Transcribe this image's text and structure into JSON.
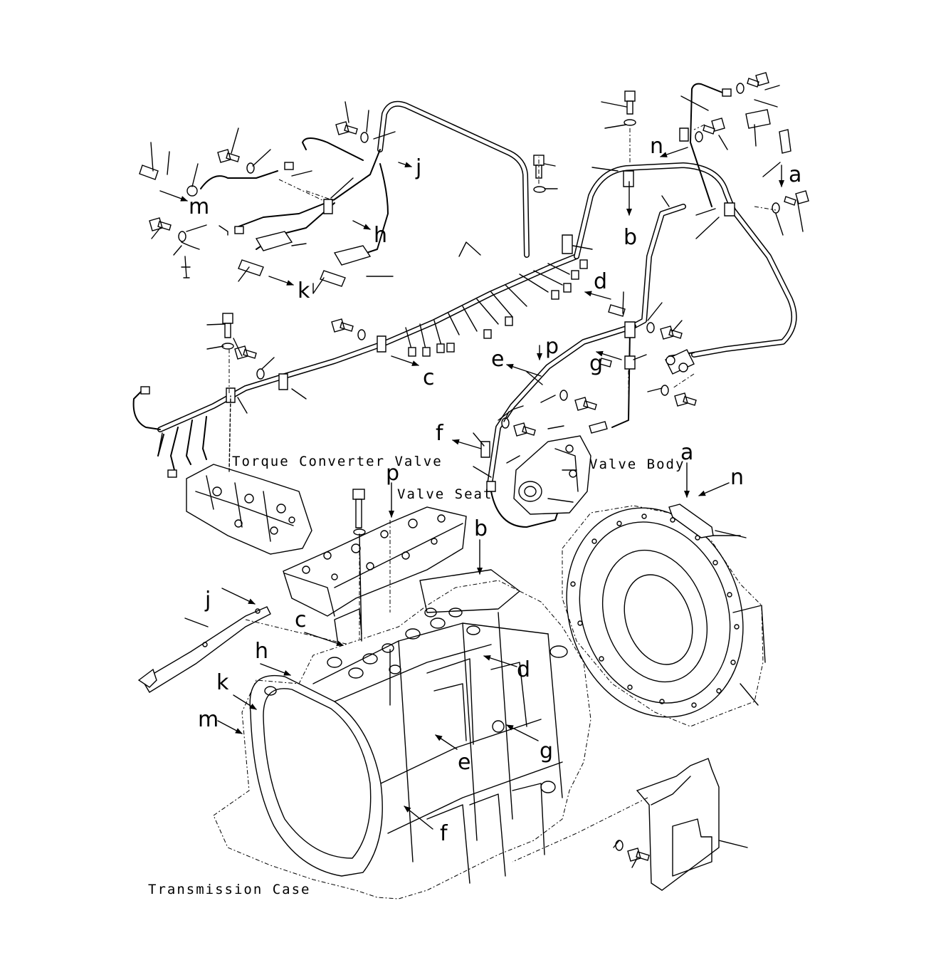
{
  "labels": {
    "torque_converter_valve": "Torque Converter Valve",
    "valve_body": "Valve Body",
    "valve_seat": "Valve Seat",
    "transmission_case": "Transmission Case"
  },
  "callouts": {
    "a": "a",
    "b": "b",
    "c": "c",
    "d": "d",
    "e": "e",
    "f": "f",
    "g": "g",
    "h": "h",
    "j": "j",
    "k": "k",
    "m": "m",
    "n": "n",
    "p": "p"
  }
}
